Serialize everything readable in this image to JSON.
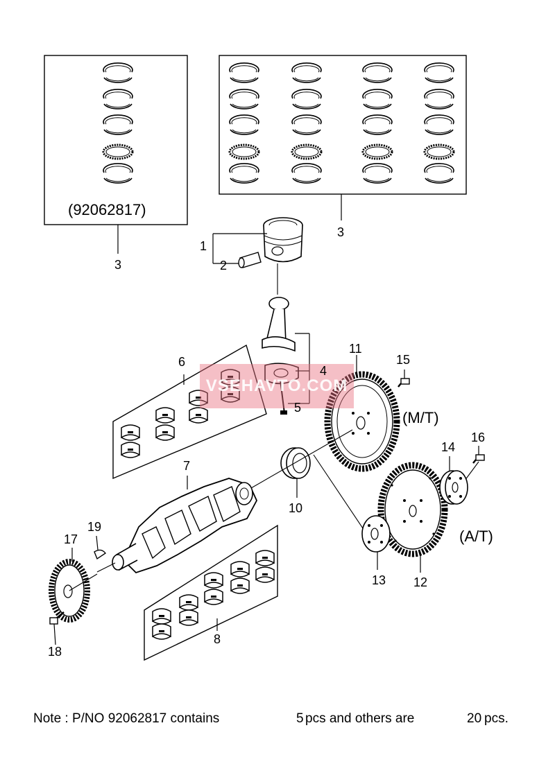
{
  "set_box_left": {
    "caption": "(92062817)"
  },
  "callouts": {
    "c1": "1",
    "c2": "2",
    "c3a": "3",
    "c3b": "3",
    "c4": "4",
    "c5": "5",
    "c6": "6",
    "c7": "7",
    "c8": "8",
    "c10": "10",
    "c11": "11",
    "c12": "12",
    "c13": "13",
    "c14": "14",
    "c15": "15",
    "c16": "16",
    "c17": "17",
    "c18": "18",
    "c19": "19"
  },
  "variants": {
    "manual": "(M/T)",
    "automatic": "(A/T)"
  },
  "watermark": "VSEHAVTO.COM",
  "note": {
    "prefix": "Note : P/NO 92062817 contains",
    "qty_a": "5",
    "mid": "pcs and others are",
    "qty_b": "20",
    "suffix": "pcs."
  },
  "colors": {
    "ink": "#000000",
    "watermark": "#e87080"
  }
}
